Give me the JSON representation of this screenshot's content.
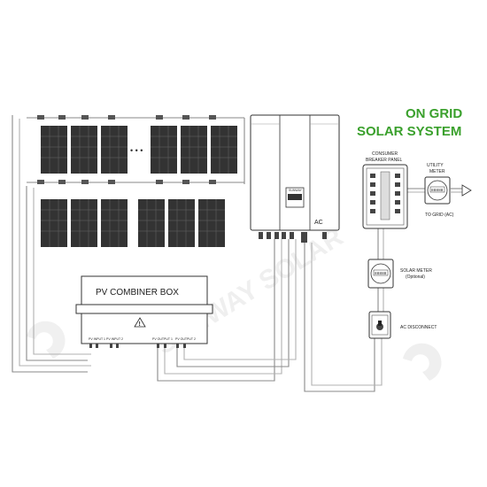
{
  "title": {
    "line1": "ON GRID",
    "line2": "SOLAR SYSTEM",
    "color": "#3aa02c"
  },
  "solar_array": {
    "ellipsis": "• • •"
  },
  "combiner_box": {
    "label": "PV COMBINER BOX",
    "inputs": [
      "PV INPUT 1",
      "PV INPUT 2"
    ],
    "outputs": [
      "PV OUTPUT 1",
      "PV OUTPUT 2"
    ],
    "warning_glyph": "!"
  },
  "inverter": {
    "ac_label": "AC",
    "brand_label": "SUNWAY"
  },
  "breaker_panel": {
    "label_line1": "CONSUMER",
    "label_line2": "BREAKER PANEL"
  },
  "utility_meter": {
    "label_line1": "UTILITY",
    "label_line2": "METER",
    "display": "88888"
  },
  "grid": {
    "label": "TO GRID (AC)"
  },
  "solar_meter": {
    "label_line1": "SOLAR METER",
    "label_line2": "(Optional)",
    "display": "88888"
  },
  "ac_disconnect": {
    "label": "AC DISCONNECT"
  },
  "watermark": {
    "text": "SUNWAY SOLAR"
  }
}
